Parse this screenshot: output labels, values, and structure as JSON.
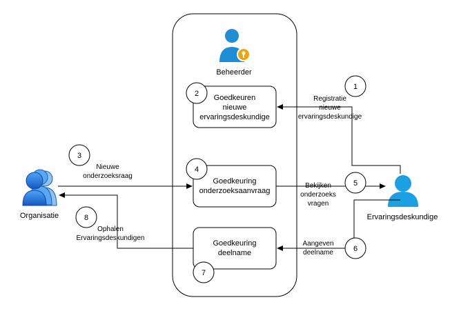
{
  "actors": {
    "admin": "Beheerder",
    "organisation": "Organisatie",
    "expert": "Ervaringsdeskundige"
  },
  "boxes": {
    "approve_experts": [
      "Goedkeuren",
      "nieuwe",
      "ervaringsdeskundige"
    ],
    "approve_request": [
      "Goedkeuring",
      "onderzoeksaanvraag"
    ],
    "approve_participation": [
      "Goedkeuring",
      "deelname"
    ]
  },
  "steps": {
    "s1": {
      "num": "1",
      "label": [
        "Registratie",
        "nieuwe",
        "ervaringsdeskundige"
      ]
    },
    "s2": {
      "num": "2"
    },
    "s3": {
      "num": "3",
      "label": [
        "Nieuwe",
        "onderzoeksraag"
      ]
    },
    "s4": {
      "num": "4"
    },
    "s5": {
      "num": "5",
      "label": [
        "Bekijken",
        "onderzoeks",
        "vragen"
      ]
    },
    "s6": {
      "num": "6",
      "label": [
        "Aangeven",
        "deelname"
      ]
    },
    "s7": {
      "num": "7"
    },
    "s8": {
      "num": "8",
      "label": [
        "Ophalen",
        "Ervaringsdeskundigen"
      ]
    }
  },
  "colors": {
    "admin_icon": "#1f8dd6",
    "key_badge": "#f0a30a",
    "org_icon": "#1a73d9",
    "expert_icon": "#1ba1e2",
    "stroke": "#000000"
  }
}
